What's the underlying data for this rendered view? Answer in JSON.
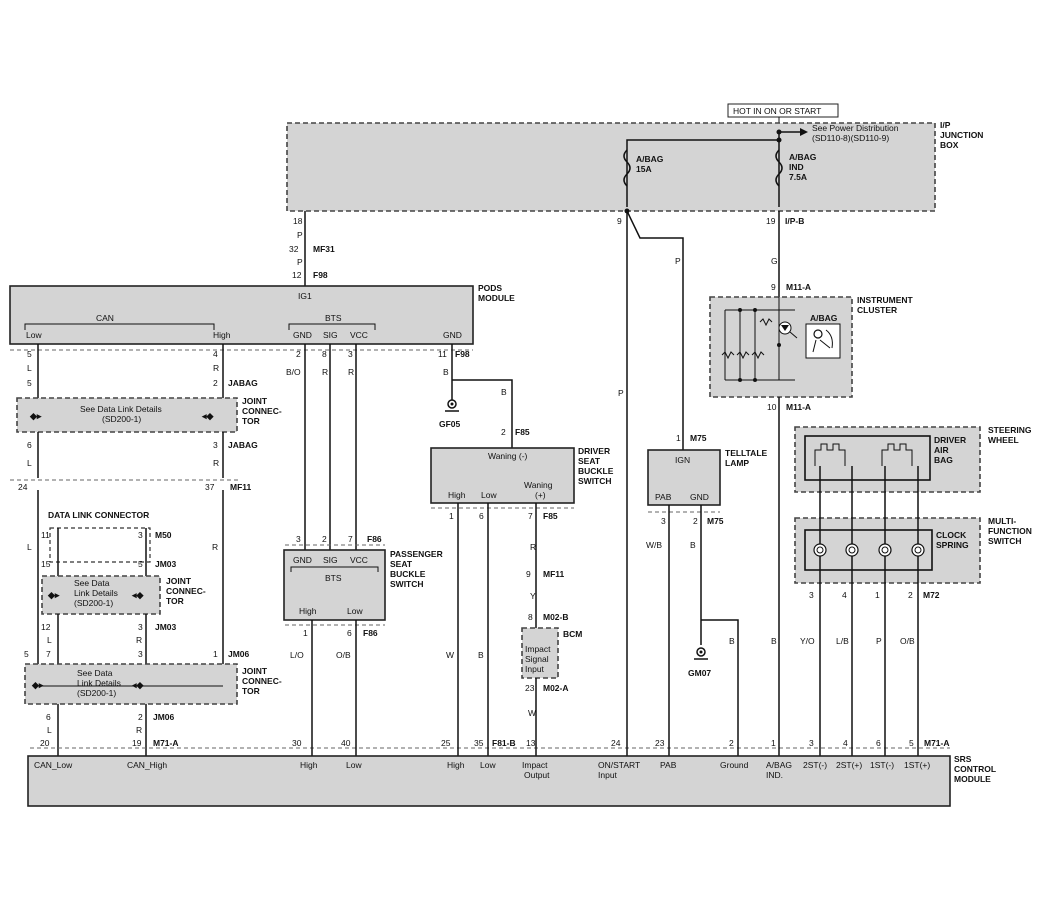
{
  "hot_label": "HOT IN ON OR START",
  "ip_junction_box": {
    "label_lines": [
      "I/P",
      "JUNCTION",
      "BOX"
    ],
    "power_distribution": [
      "See Power Distribution",
      "(SD110-8)(SD110-9)"
    ],
    "fuse1": [
      "A/BAG",
      "15A"
    ],
    "fuse2": [
      "A/BAG",
      "IND",
      "7.5A"
    ],
    "pin_18": "18",
    "pin_9": "9",
    "pin_19": "19",
    "conn_ipb": "I/P-B"
  },
  "connectors": {
    "mf31": "MF31",
    "f98": "F98",
    "m11a": "M11-A",
    "jabag": "JABAG",
    "mf11": "MF11",
    "m50": "M50",
    "jm03": "JM03",
    "jm06": "JM06",
    "m71a": "M71-A",
    "f86": "F86",
    "f85": "F85",
    "m75": "M75",
    "m02b": "M02-B",
    "m02a": "M02-A",
    "f81b": "F81-B",
    "m72": "M72",
    "gf05": "GF05",
    "gm07": "GM07"
  },
  "wire_colors": {
    "p": "P",
    "l": "L",
    "r": "R",
    "b": "B",
    "bo": "B/O",
    "g": "G",
    "y": "Y",
    "w": "W",
    "lo": "L/O",
    "ob": "O/B",
    "wb": "W/B",
    "yo": "Y/O",
    "lb": "L/B"
  },
  "pin_numbers": {
    "n32": "32",
    "n12": "12",
    "n5": "5",
    "n4": "4",
    "n2": "2",
    "n8": "8",
    "n3": "3",
    "n11": "11",
    "n6": "6",
    "n24": "24",
    "n37": "37",
    "n15": "15",
    "n7": "7",
    "n1": "1",
    "n20": "20",
    "n19": "19",
    "n30": "30",
    "n40": "40",
    "n25": "25",
    "n35": "35",
    "n13": "13",
    "n23": "23",
    "n10": "10",
    "n9": "9",
    "n18": "18"
  },
  "pods_module": {
    "label_lines": [
      "PODS",
      "MODULE"
    ],
    "ig1": "IG1",
    "can": "CAN",
    "bts": "BTS",
    "pins": [
      "Low",
      "High",
      "GND",
      "SIG",
      "VCC",
      "GND"
    ]
  },
  "joint_connector": {
    "label_lines": [
      "JOINT",
      "CONNEC-",
      "TOR"
    ],
    "see1": [
      "See Data Link Details",
      "(SD200-1)"
    ],
    "see2": [
      "See Data",
      "Link Details",
      "(SD200-1)"
    ]
  },
  "data_link_connector": "DATA LINK CONNECTOR",
  "driver_seat_switch": {
    "label_lines": [
      "DRIVER",
      "SEAT",
      "BUCKLE",
      "SWITCH"
    ],
    "waning_neg": "Waning (-)",
    "waning_pos": [
      "Waning",
      "(+)"
    ],
    "high": "High",
    "low": "Low"
  },
  "passenger_seat_switch": {
    "label_lines": [
      "PASSENGER",
      "SEAT",
      "BUCKLE",
      "SWITCH"
    ],
    "pins": [
      "GND",
      "SIG",
      "VCC"
    ],
    "bts": "BTS",
    "high": "High",
    "low": "Low"
  },
  "telltale_lamp": {
    "label_lines": [
      "TELLTALE",
      "LAMP"
    ],
    "ign": "IGN",
    "pab": "PAB",
    "gnd": "GND"
  },
  "bcm": {
    "label": "BCM",
    "input": [
      "Impact",
      "Signal",
      "Input"
    ]
  },
  "instrument_cluster": {
    "label_lines": [
      "INSTRUMENT",
      "CLUSTER"
    ],
    "abag": "A/BAG"
  },
  "steering_wheel": {
    "label_lines": [
      "STEERING",
      "WHEEL"
    ],
    "driver_airbag": [
      "DRIVER",
      "AIR",
      "BAG"
    ]
  },
  "mf_switch": {
    "label_lines": [
      "MULTI-",
      "FUNCTION",
      "SWITCH"
    ],
    "clock_spring": [
      "CLOCK",
      "SPRING"
    ]
  },
  "srs_module": {
    "label_lines": [
      "SRS",
      "CONTROL",
      "MODULE"
    ],
    "pins": {
      "can_low": "CAN_Low",
      "can_high": "CAN_High",
      "high": "High",
      "low": "Low",
      "high2": "High",
      "low2": "Low",
      "impact": [
        "Impact",
        "Output"
      ],
      "onstart": [
        "ON/START",
        "Input"
      ],
      "pab": "PAB",
      "ground": "Ground",
      "abag": [
        "A/BAG",
        "IND."
      ],
      "st2m": "2ST(-)",
      "st2p": "2ST(+)",
      "st1m": "1ST(-)",
      "st1p": "1ST(+)"
    }
  }
}
